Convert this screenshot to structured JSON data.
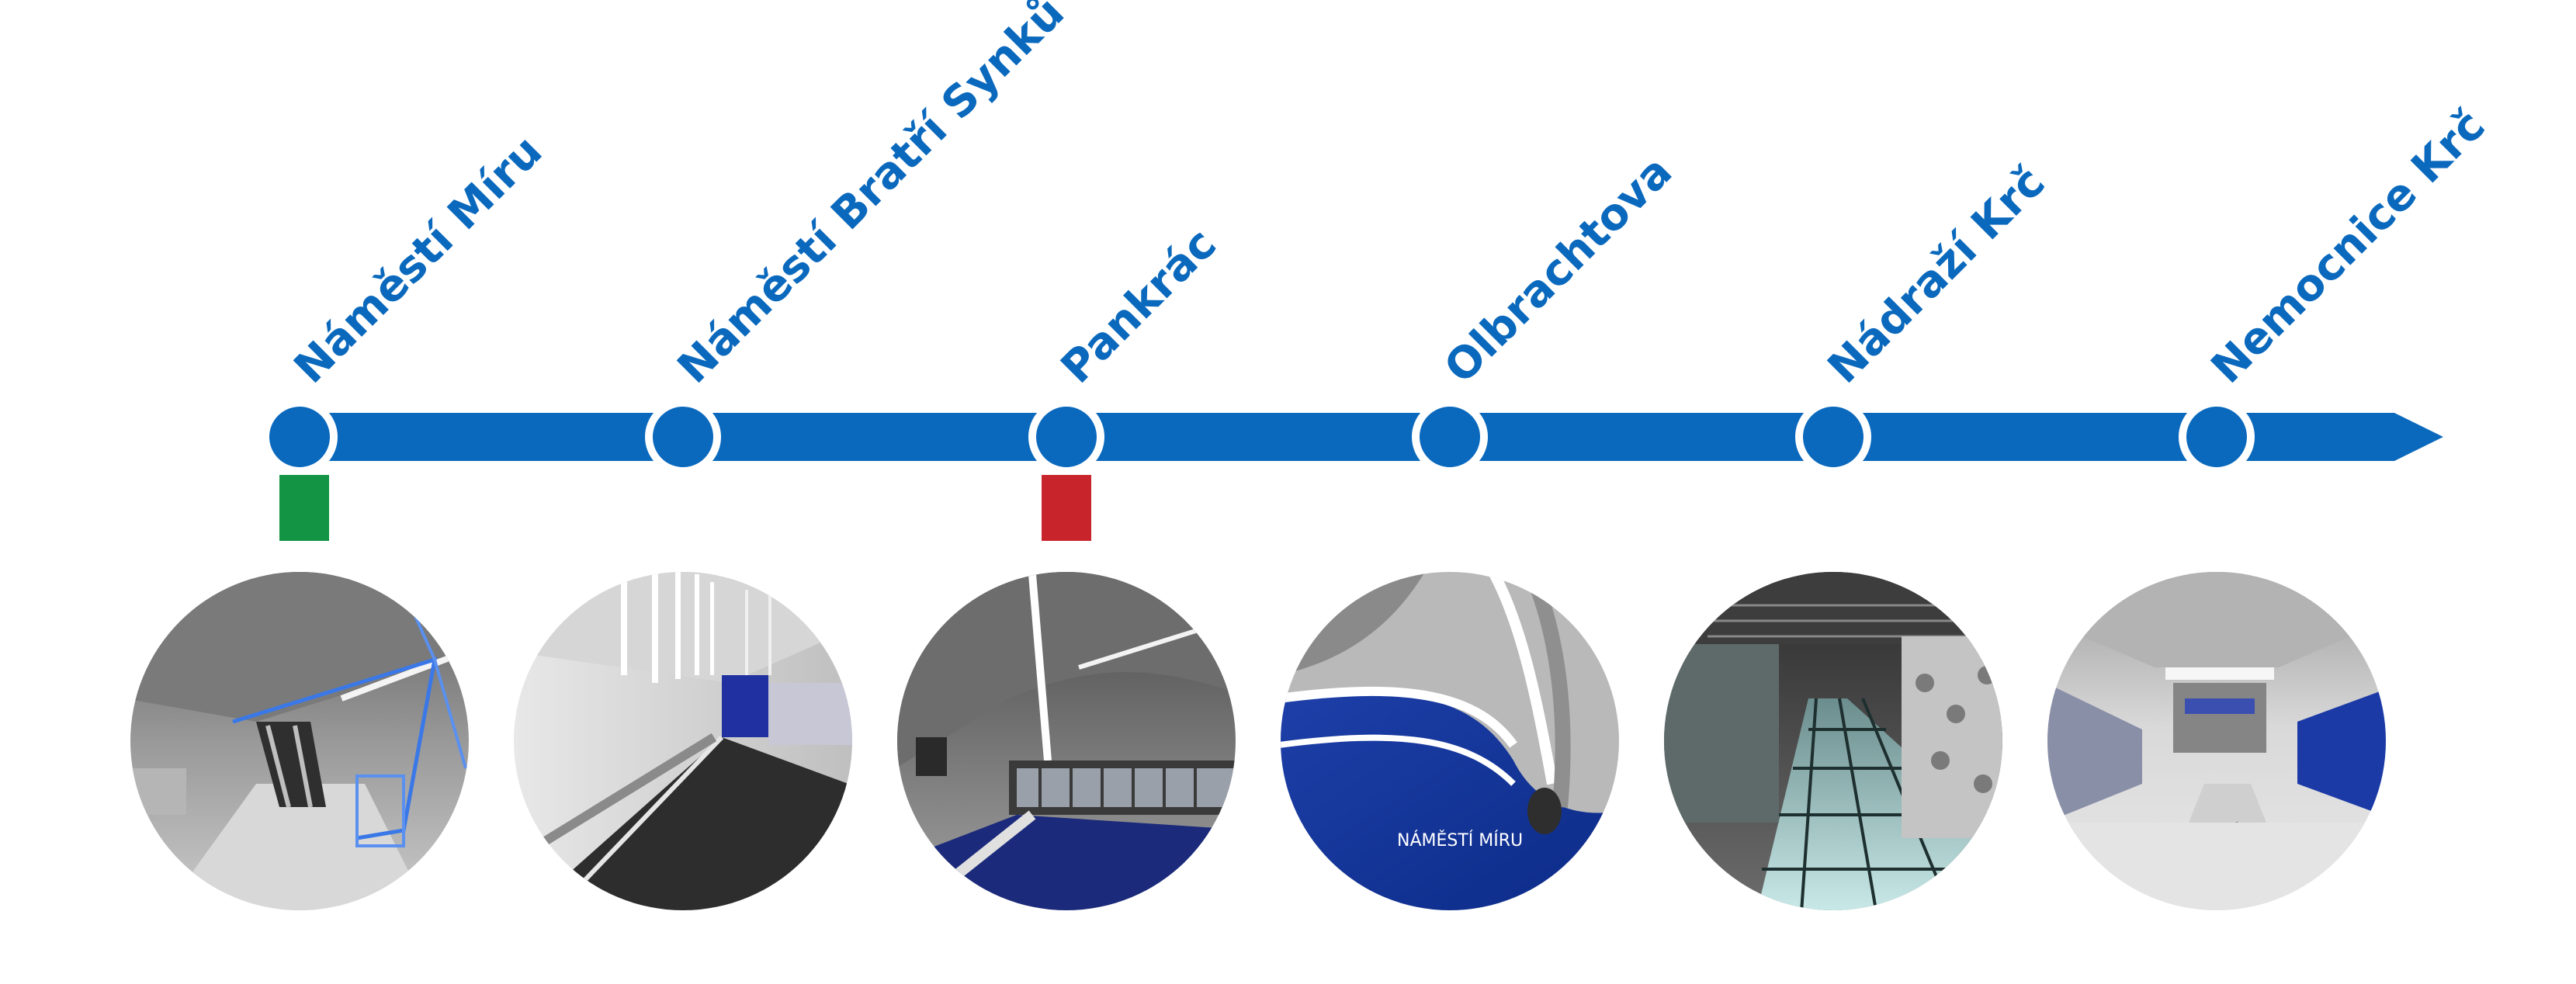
{
  "colors": {
    "line": "#0a69bd",
    "station_ring": "#ffffff",
    "transfer_green": "#139444",
    "transfer_red": "#c8242b"
  },
  "stations": [
    {
      "name": "Náměstí Míru",
      "transfer": "green",
      "image": "escalator-hall-with-blue-light-lines"
    },
    {
      "name": "Náměstí Bratří Synků",
      "transfer": null,
      "image": "platform-with-vertical-light-tubes"
    },
    {
      "name": "Pankrác",
      "transfer": "red",
      "image": "vaulted-hall-with-train"
    },
    {
      "name": "Olbrachtova",
      "transfer": null,
      "image": "curved-tunnel-with-blue-wall-sign"
    },
    {
      "name": "Nádraží Krč",
      "transfer": null,
      "image": "platform-with-glass-floor-grid"
    },
    {
      "name": "Nemocnice Krč",
      "transfer": null,
      "image": "hall-with-blue-wall-and-light-panel"
    }
  ],
  "images": {
    "olbrachtova_wall_sign": "NÁMĚSTÍ MÍRU"
  },
  "line_end": "arrow-icon"
}
